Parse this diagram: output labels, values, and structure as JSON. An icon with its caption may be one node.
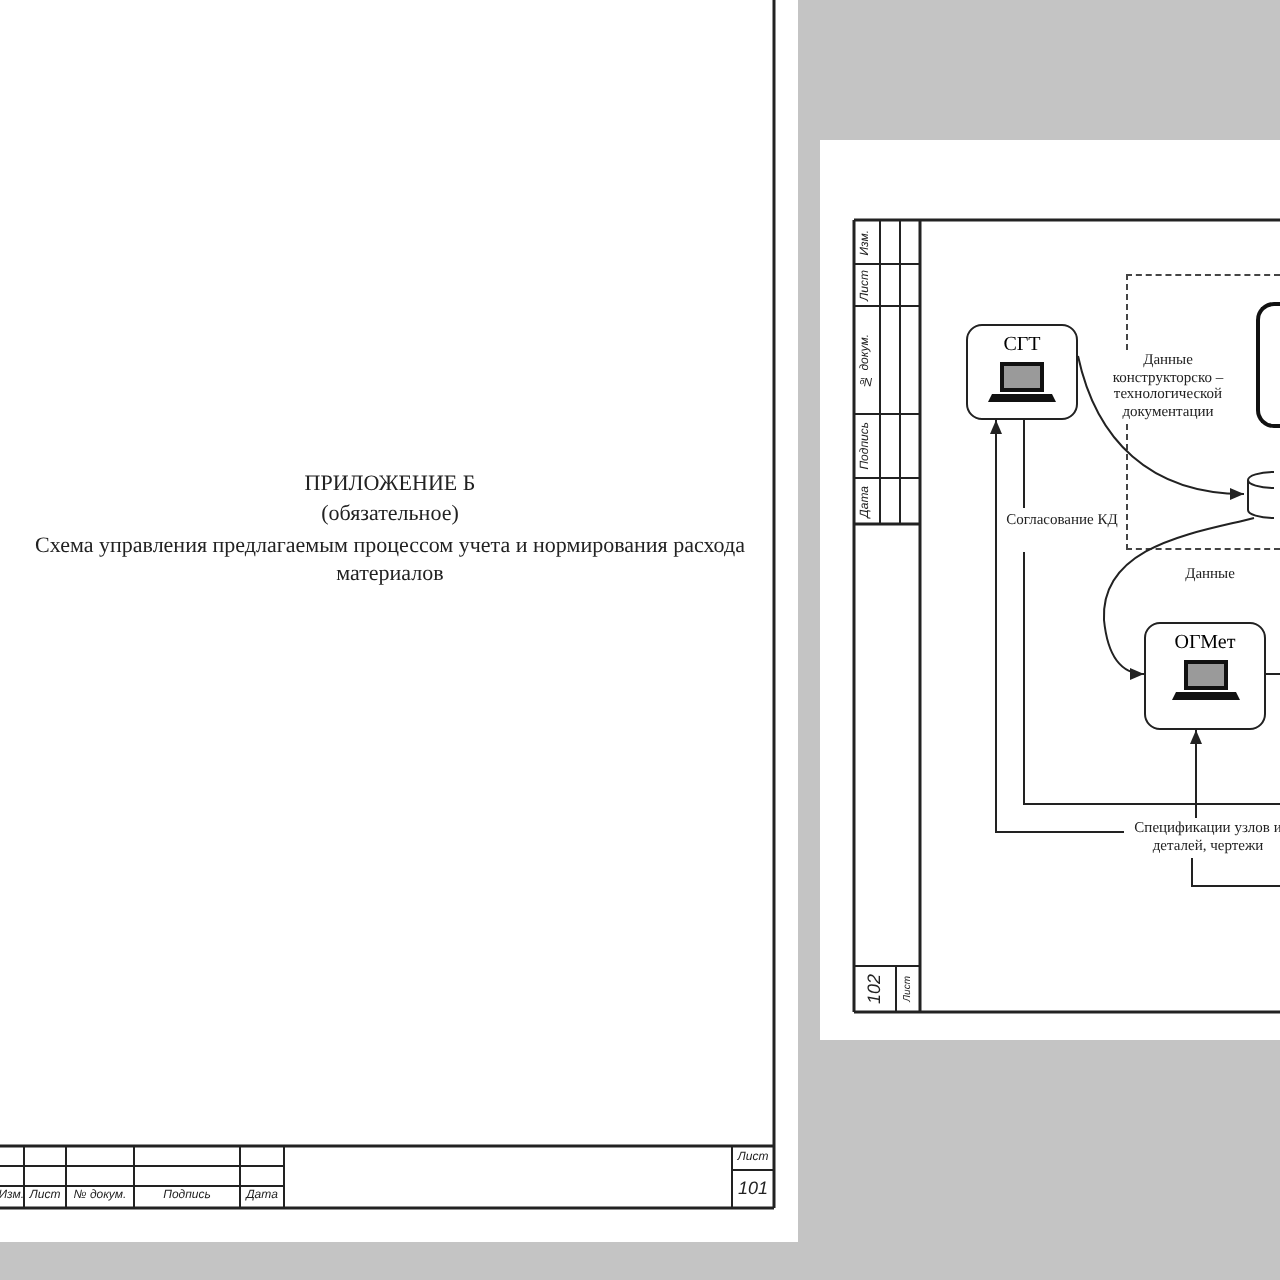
{
  "diagram": {
    "nodes": [
      {
        "text": [
          "СГТ"
        ]
      },
      {
        "text": [],
        "shape": "box"
      },
      {
        "text": [],
        "shape": "box",
        "in": 1
      },
      {
        "text": [],
        "shape": "cylinder",
        "in": 1
      },
      {
        "text": [
          "ОГМет"
        ]
      }
    ],
    "edges": [
      {
        "from": 0,
        "to": 3,
        "arrow": "to",
        "label": "Данные конструкторско – технологической документации"
      },
      {
        "from": 3,
        "to": 4,
        "arrow": "to",
        "label": "Данные"
      },
      {
        "from": 0,
        "to": null,
        "arrow": "none",
        "label": "Согласование КД"
      },
      {
        "from": null,
        "to": 0,
        "arrow": "to"
      },
      {
        "from": null,
        "to": 4,
        "arrow": "to",
        "label": "Спецификации узлов и деталей, чертежи"
      },
      {
        "from": 4,
        "to": null,
        "arrow": "none"
      }
    ],
    "labels": [
      "ПРИЛОЖЕНИЕ Б",
      "(обязательное)",
      "Схема управления предлагаемым процессом учета и нормирования расхода материалов",
      "Изм.",
      "Лист",
      "№ докум.",
      "Подпись",
      "Дата",
      "Лист",
      "101",
      "Изм.",
      "Лист",
      "№ докум.",
      "Подпись",
      "Дата",
      "102",
      "Лист"
    ]
  }
}
